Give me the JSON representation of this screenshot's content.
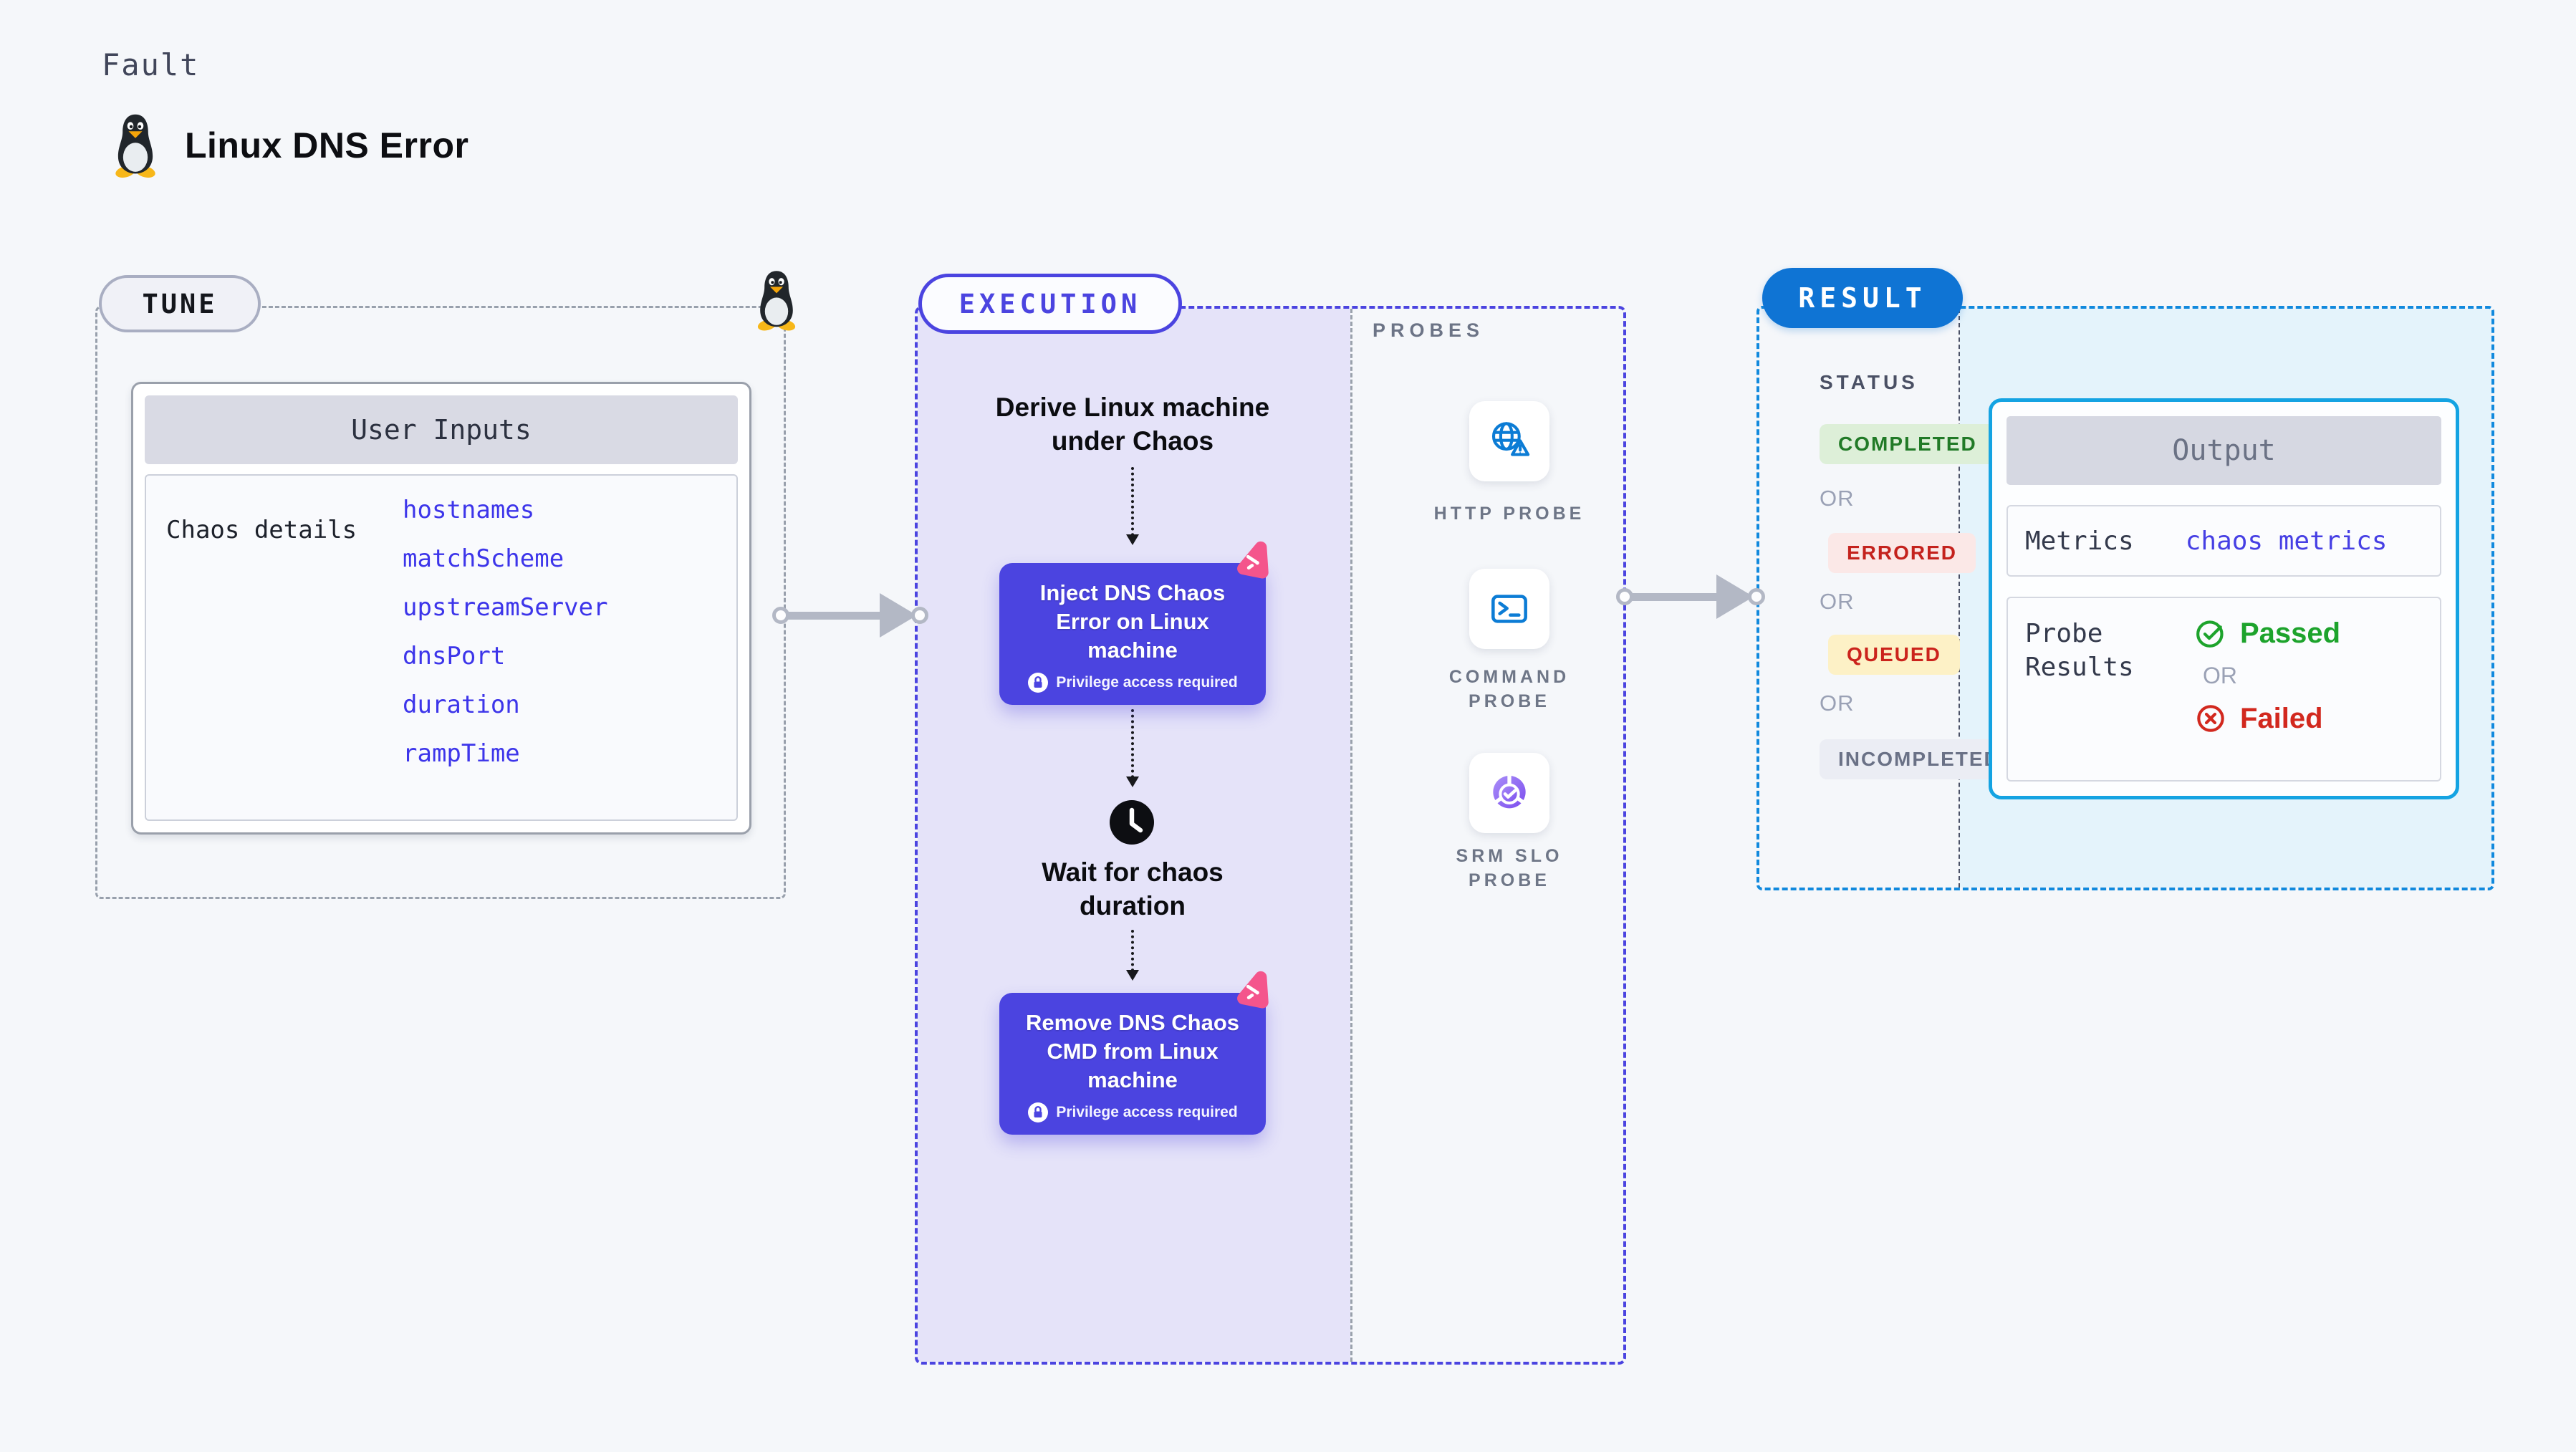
{
  "header": {
    "eyebrow": "Fault",
    "title": "Linux DNS Error",
    "title_icon": "tux-penguin"
  },
  "tune": {
    "label": "TUNE",
    "corner_icon": "tux-penguin",
    "card": {
      "header": "User Inputs",
      "row_label": "Chaos details",
      "links": [
        "hostnames",
        "matchScheme",
        "upstreamServer",
        "dnsPort",
        "duration",
        "rampTime"
      ]
    }
  },
  "execution": {
    "label": "EXECUTION",
    "flow": {
      "start_text": "Derive Linux machine under Chaos",
      "inject_step": {
        "title": "Inject DNS Chaos Error on Linux machine",
        "badge": "Privilege access required",
        "icon": "chaos-experiment-icon"
      },
      "wait_step": {
        "title": "Wait for chaos duration",
        "icon": "clock-icon"
      },
      "remove_step": {
        "title": "Remove DNS Chaos CMD from Linux machine",
        "badge": "Privilege access required",
        "icon": "chaos-experiment-icon"
      }
    },
    "probes": {
      "label": "PROBES",
      "items": [
        {
          "label": "HTTP PROBE",
          "icon": "globe-warning-icon"
        },
        {
          "label": "COMMAND PROBE",
          "icon": "terminal-icon"
        },
        {
          "label": "SRM SLO PROBE",
          "icon": "slo-donut-check-icon"
        }
      ]
    }
  },
  "result": {
    "label": "RESULT",
    "status": {
      "label": "STATUS",
      "or_text": "OR",
      "badges": [
        {
          "label": "COMPLETED",
          "bg": "#ddefd8",
          "color": "#217a27"
        },
        {
          "label": "ERRORED",
          "bg": "#fbe8e7",
          "color": "#c4221d"
        },
        {
          "label": "QUEUED",
          "bg": "#fdf1c6",
          "color": "#cb231c"
        },
        {
          "label": "INCOMPLETED",
          "bg": "#ebedf4",
          "color": "#6a7186"
        }
      ]
    },
    "output": {
      "header": "Output",
      "metrics_label": "Metrics",
      "metrics_value": "chaos metrics",
      "probe_results_label": "Probe Results",
      "passed_text": "Passed",
      "or_text": "OR",
      "failed_text": "Failed"
    }
  },
  "colors": {
    "page_bg": "#f5f7fa",
    "accent_indigo": "#4b44e0",
    "execution_fill": "#e5e3f9",
    "link_blue": "#3d35ea",
    "arrow_gray": "#b3b8c5",
    "result_pill_blue": "#0f74d4",
    "result_border_blue": "#1189dd",
    "output_border_cyan": "#14a3e2",
    "output_fill_blue": "#e4f3fb",
    "passed_green": "#1da32c",
    "failed_red": "#d2281e",
    "chaos_pink": "#f4558c",
    "probe_icon_blue": "#0c7cd5"
  }
}
